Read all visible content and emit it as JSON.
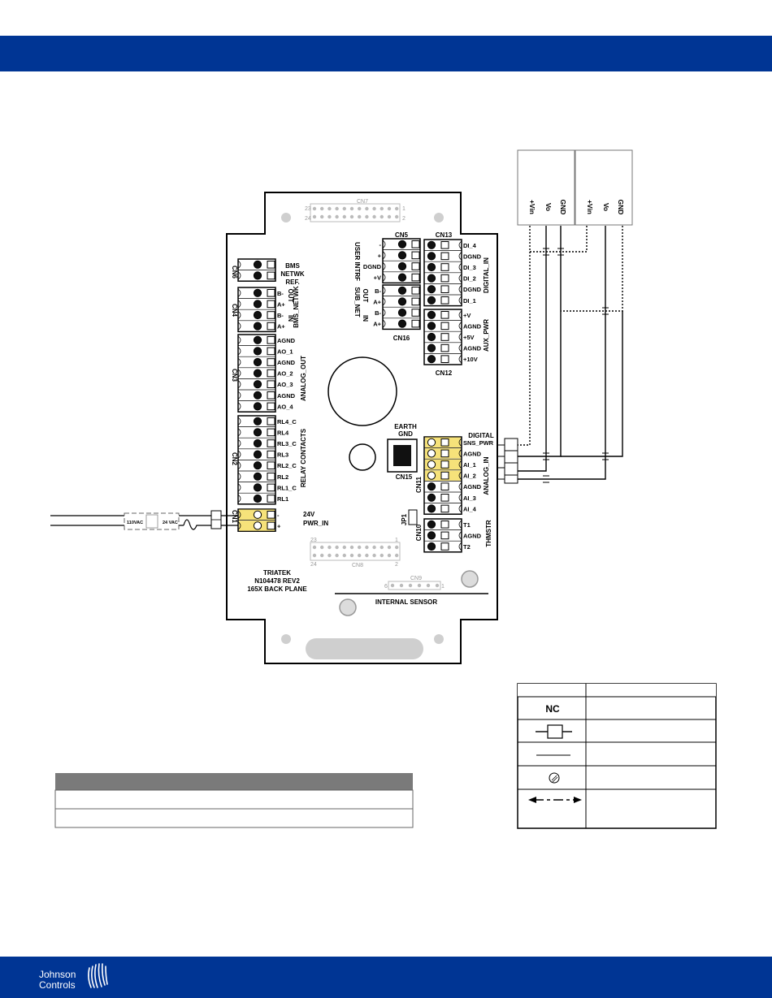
{
  "colors": {
    "brand_blue": "#003594",
    "highlight": "#f6e27a",
    "table_header": "#7a7a7a"
  },
  "board": {
    "cn7": {
      "name": "CN7",
      "pin_tl": "23",
      "pin_bl": "24",
      "pin_tr": "1",
      "pin_br": "2"
    },
    "cn8": {
      "name": "CN8",
      "pin_tl": "23",
      "pin_bl": "24",
      "pin_tr": "1",
      "pin_br": "2"
    },
    "cn9": {
      "name": "CN9",
      "pin_l": "6",
      "pin_r": "1"
    },
    "cn5": "CN5",
    "cn16": "CN16",
    "cn13": "CN13",
    "cn12": "CN12",
    "cn6": "CN6",
    "cn4": "CN4",
    "cn3": "CN3",
    "cn2": "CN2",
    "cn1": "CN1",
    "cn11": "CN11",
    "cn10": "CN10",
    "cn15": "CN15",
    "jp1": "JP1",
    "bms_ref_lines": [
      "BMS",
      "NETWK",
      "REF."
    ],
    "cn4_pins": [
      "B-",
      "A+",
      "B-",
      "A+"
    ],
    "cn4_out": "OUT",
    "cn4_in": "IN",
    "cn4_label": "BMS_NETWK",
    "cn3_pins": [
      "AGND",
      "AO_1",
      "AGND",
      "AO_2",
      "AO_3",
      "AGND",
      "AO_4"
    ],
    "cn3_label": "ANALOG_OUT",
    "cn2_pins": [
      "RL4_C",
      "RL4",
      "RL3_C",
      "RL3",
      "RL2_C",
      "RL2",
      "RL1_C",
      "RL1"
    ],
    "cn2_label": "RELAY CONTACTS",
    "cn1_pins": [
      "-",
      "+"
    ],
    "cn1_label_lines": [
      "24V",
      "PWR_IN"
    ],
    "cn5_pins": [
      "-",
      "+",
      "DGND",
      "+V"
    ],
    "cn5_label": "USER INTRF",
    "cn16_pins": [
      "B-",
      "A+",
      "B-",
      "A+"
    ],
    "cn16_out": "OUT",
    "cn16_in": "IN",
    "cn16_label": "SUB_NET",
    "cn13_pins": [
      "DI_4",
      "DGND",
      "DI_3",
      "DI_2",
      "DGND",
      "DI_1"
    ],
    "cn13_label": "DIGITAL_IN",
    "cn12_pins": [
      "+V",
      "AGND",
      "+5V",
      "AGND",
      "+10V"
    ],
    "cn12_label": "AUX_PWR",
    "cn11_top": "DIGITAL",
    "cn11_pins": [
      "SNS_PWR",
      "AGND",
      "AI_1",
      "AI_2",
      "AGND",
      "AI_3",
      "AI_4"
    ],
    "cn11_label": "ANALOG_IN",
    "cn10_pins": [
      "T1",
      "AGND",
      "T2"
    ],
    "cn10_label": "THMSTR",
    "earth_lines": [
      "EARTH",
      "GND"
    ],
    "board_id_lines": [
      "TRIATEK",
      "N104478 REV2",
      "165X BACK PLANE"
    ],
    "internal_sensor": "INTERNAL SENSOR"
  },
  "transformer": {
    "primary": "110VAC",
    "secondary": "24 VAC"
  },
  "sensors": [
    {
      "pins": [
        "+Vin",
        "Vo",
        "GND"
      ]
    },
    {
      "pins": [
        "+Vin",
        "Vo",
        "GND"
      ]
    }
  ],
  "legend": {
    "nc_label": "NC"
  },
  "footer": {
    "logo_line1": "Johnson",
    "logo_line2": "Controls"
  }
}
